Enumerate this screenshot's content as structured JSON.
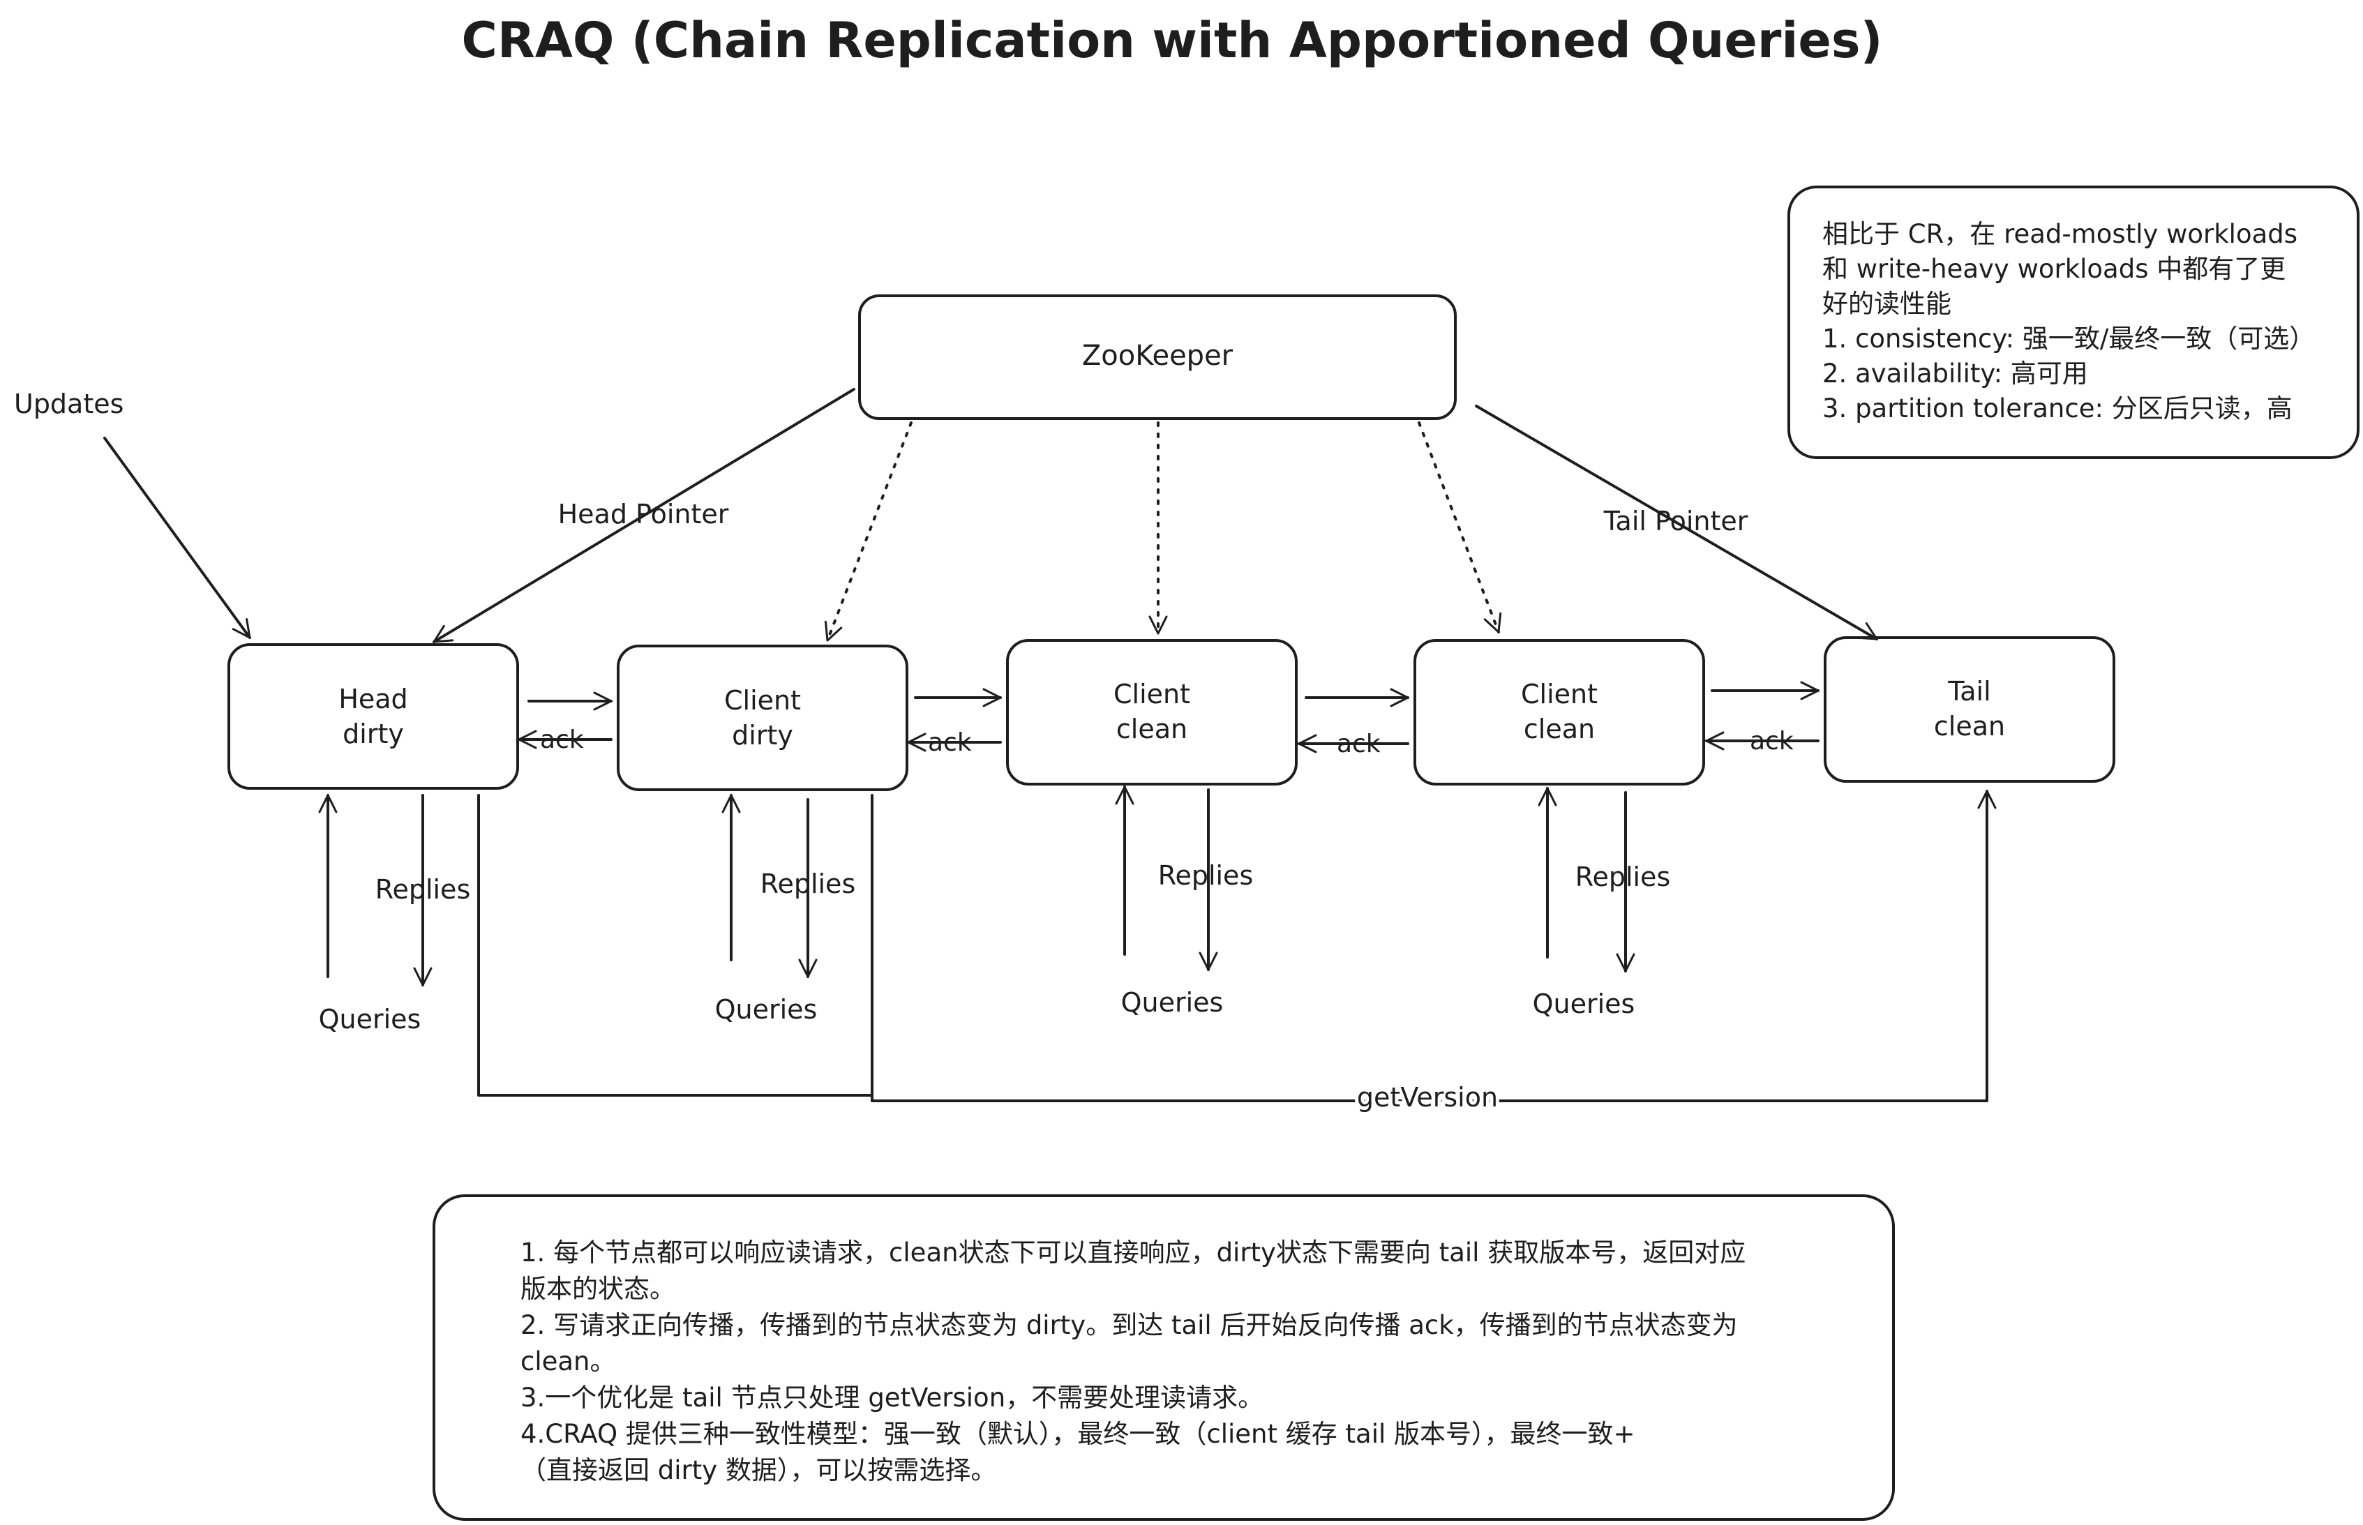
{
  "title": "CRAQ (Chain Replication with Apportioned Queries)",
  "zookeeper": {
    "label": "ZooKeeper"
  },
  "updates_label": "Updates",
  "head_pointer_label": "Head Pointer",
  "tail_pointer_label": "Tail Pointer",
  "nodes": [
    {
      "line1": "Head",
      "line2": "dirty"
    },
    {
      "line1": "Client",
      "line2": "dirty"
    },
    {
      "line1": "Client",
      "line2": "clean"
    },
    {
      "line1": "Client",
      "line2": "clean"
    },
    {
      "line1": "Tail",
      "line2": "clean"
    }
  ],
  "ack_label": "ack",
  "replies_label": "Replies",
  "queries_label": "Queries",
  "get_version_label": "getVersion",
  "note_box": {
    "lines": [
      "相比于 CR，在 read-mostly workloads",
      "和 write-heavy workloads 中都有了更",
      "好的读性能",
      "1. consistency: 强一致/最终一致（可选）",
      "2. availability: 高可用",
      "3. partition tolerance: 分区后只读，高"
    ]
  },
  "bottom_box": {
    "lines": [
      "1. 每个节点都可以响应读请求，clean状态下可以直接响应，dirty状态下需要向 tail 获取版本号，返回对应",
      "版本的状态。",
      "2. 写请求正向传播，传播到的节点状态变为 dirty。到达 tail 后开始反向传播 ack，传播到的节点状态变为",
      "clean。",
      "3.一个优化是 tail 节点只处理 getVersion，不需要处理读请求。",
      "4.CRAQ 提供三种一致性模型：强一致（默认），最终一致（client 缓存 tail 版本号），最终一致+",
      "（直接返回 dirty 数据），可以按需选择。"
    ]
  }
}
